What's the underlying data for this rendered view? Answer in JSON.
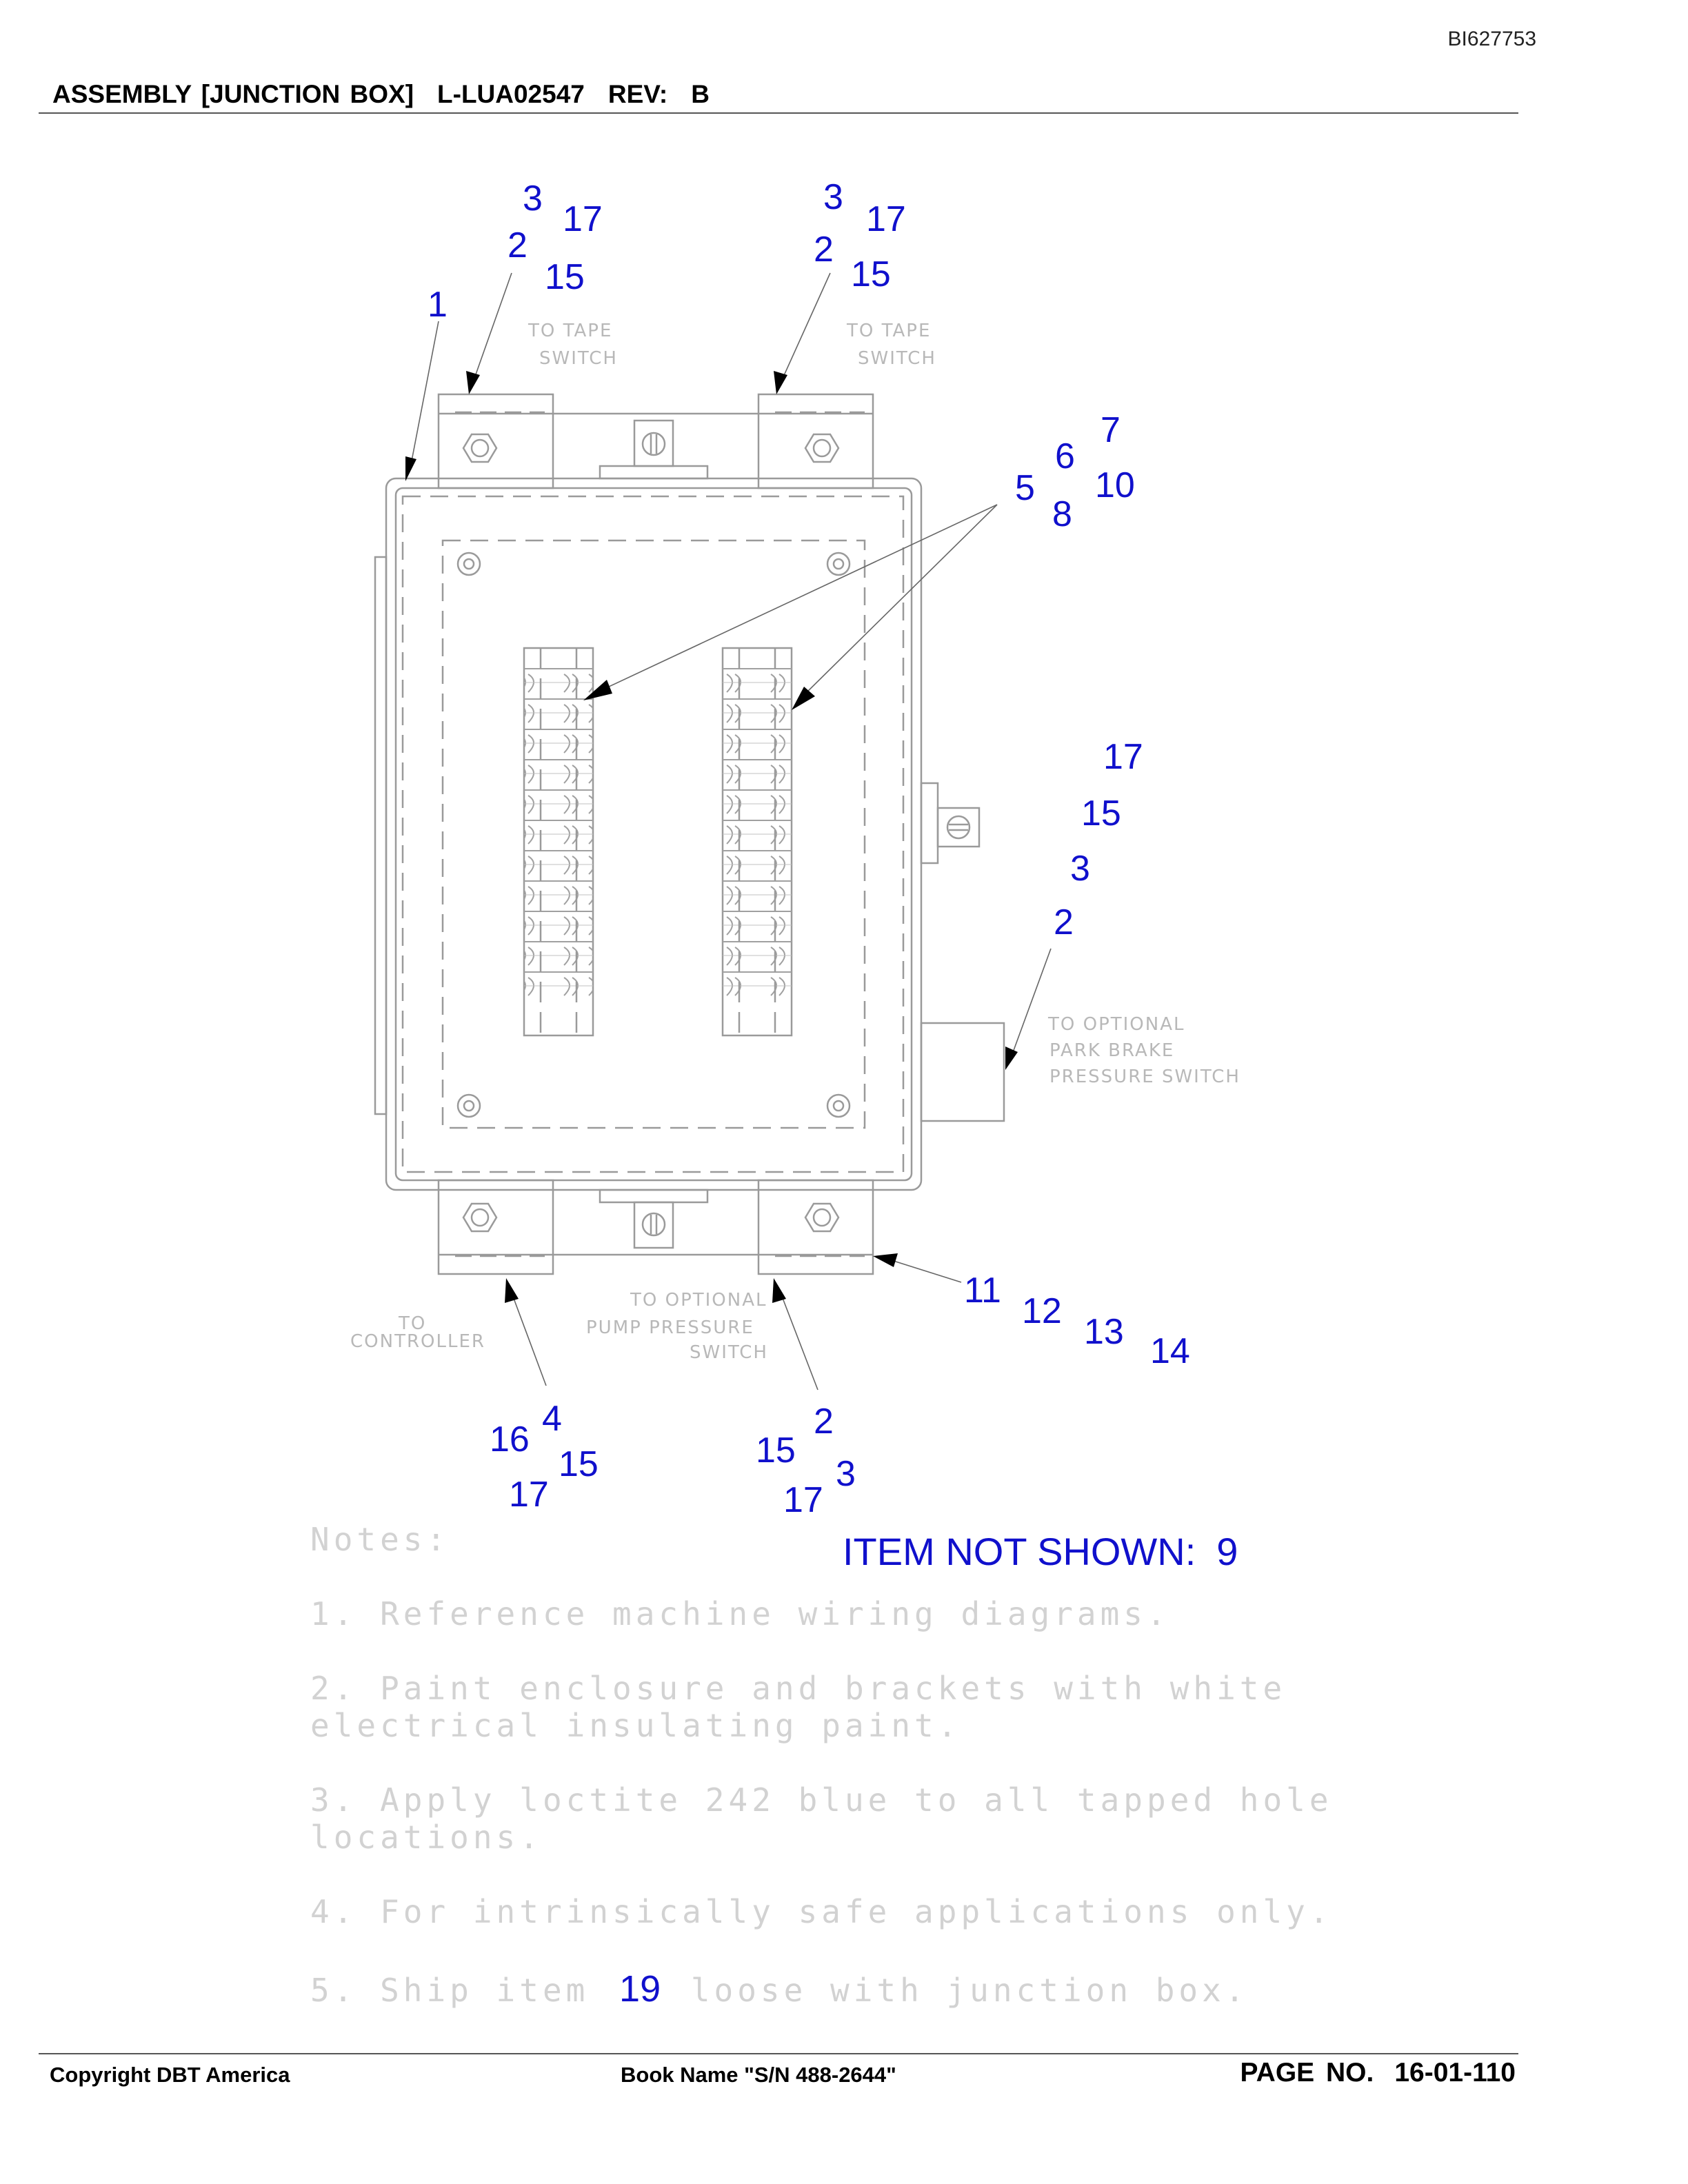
{
  "header": {
    "doc_id": "BI627753",
    "title_assembly": "ASSEMBLY [JUNCTION BOX]",
    "title_part": "L-LUA02547",
    "title_rev_label": "REV:",
    "title_rev_value": "B"
  },
  "diagram_labels": {
    "tape_switch_left_1": "TO  TAPE",
    "tape_switch_left_2": "SWITCH",
    "tape_switch_right_1": "TO  TAPE",
    "tape_switch_right_2": "SWITCH",
    "park_brake_1": "TO  OPTIONAL",
    "park_brake_2": "PARK  BRAKE",
    "park_brake_3": "PRESSURE  SWITCH",
    "controller_1": "TO",
    "controller_2": "CONTROLLER",
    "pump_1": "TO  OPTIONAL",
    "pump_2": "PUMP  PRESSURE",
    "pump_3": "SWITCH"
  },
  "callouts": {
    "tl_3": "3",
    "tl_17": "17",
    "tl_2": "2",
    "tl_15": "15",
    "tl_1": "1",
    "tr_3": "3",
    "tr_17": "17",
    "tr_2": "2",
    "tr_15": "15",
    "term_7": "7",
    "term_6": "6",
    "term_10": "10",
    "term_5": "5",
    "term_8": "8",
    "side_17": "17",
    "side_15": "15",
    "side_3": "3",
    "side_2": "2",
    "br_11": "11",
    "br_12": "12",
    "br_13": "13",
    "br_14": "14",
    "bl_4": "4",
    "bl_16": "16",
    "bl_15": "15",
    "bl_17": "17",
    "bm_2": "2",
    "bm_15": "15",
    "bm_3": "3",
    "bm_17": "17"
  },
  "item_not_shown": {
    "label": "ITEM NOT SHOWN:",
    "value": "9"
  },
  "notes": {
    "heading": "Notes:",
    "n1": "1. Reference machine wiring diagrams.",
    "n2a": "2. Paint enclosure and brackets with white",
    "n2b": "electrical insulating paint.",
    "n3a": "3. Apply loctite 242 blue to all tapped hole",
    "n3b": "locations.",
    "n4": "4. For intrinsically safe applications only.",
    "n5_pre": "5. Ship item",
    "n5_item": "19",
    "n5_post": "loose with junction box."
  },
  "footer": {
    "copyright": "Copyright DBT America",
    "book": "Book Name \"S/N 488-2644\"",
    "page_label": "PAGE NO.",
    "page_value": "16-01-110"
  },
  "colors": {
    "callout": "#1010cc",
    "line_art": "#9a9a9a",
    "notes_text": "#d2d2d2"
  }
}
